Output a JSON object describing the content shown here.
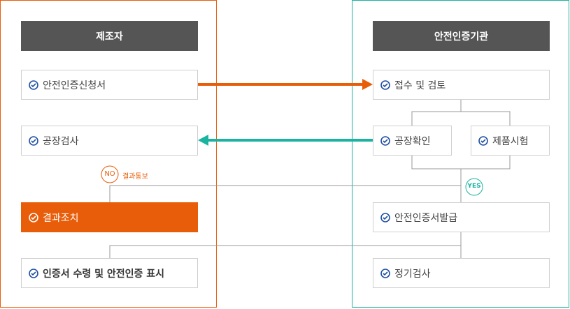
{
  "manufacturer": {
    "title": "제조자",
    "steps": [
      "안전인증신청서",
      "공장검사",
      "결과조치",
      "인증서 수령 및 안전인증 표시"
    ]
  },
  "agency": {
    "title": "안전인증기관",
    "steps": [
      "접수 및 검토",
      "공장확인",
      "제품시험",
      "안전인증서발급",
      "정기검사"
    ]
  },
  "badges": {
    "no": "NO",
    "no_label": "결과통보",
    "yes": "YES"
  },
  "colors": {
    "orange": "#e85d0a",
    "teal": "#1ab39f",
    "header": "#555555",
    "check": "#1f4fa3"
  }
}
